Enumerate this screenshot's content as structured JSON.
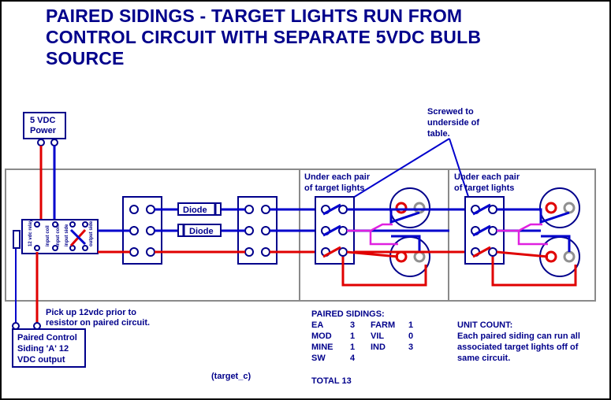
{
  "title_lines": [
    "PAIRED SIDINGS - TARGET LIGHTS RUN FROM",
    "CONTROL CIRCUIT WITH SEPARATE 5VDC BULB",
    "SOURCE"
  ],
  "power_box": {
    "line1": "5 VDC",
    "line2": "Power"
  },
  "screwed_note": [
    "Screwed to",
    "underside of",
    "table."
  ],
  "pair_label_1": [
    "Under each pair",
    "of target lights"
  ],
  "pair_label_2": [
    "Under each pair",
    "of target lights"
  ],
  "diode_top": "Diode",
  "diode_bottom": "Diode",
  "relay_labels": [
    "12 vdc relay",
    "input coil",
    "input com",
    "input side",
    "output side"
  ],
  "pickup_note": [
    "Pick up 12vdc prior to",
    "resistor on paired circuit."
  ],
  "control_box": [
    "Paired Control",
    "Siding 'A' 12",
    "VDC output"
  ],
  "figure_id": "(target_c)",
  "paired_sidings": {
    "header": "PAIRED SIDINGS:",
    "rows": [
      [
        "EA",
        "3",
        "FARM",
        "1"
      ],
      [
        "MOD",
        "1",
        "VIL",
        "0"
      ],
      [
        "MINE",
        "1",
        "IND",
        "3"
      ],
      [
        "SW",
        "4",
        "",
        ""
      ]
    ],
    "total": "TOTAL 13"
  },
  "unit_count": {
    "header": "UNIT COUNT:",
    "lines": [
      "Each paired siding can run all",
      "associated target lights off of",
      "same circuit."
    ]
  },
  "colors": {
    "text": "#00008b",
    "wire_blue": "#0000cc",
    "wire_red": "#e00000",
    "wire_magenta": "#e020e0",
    "panel": "#8a8a8a"
  }
}
